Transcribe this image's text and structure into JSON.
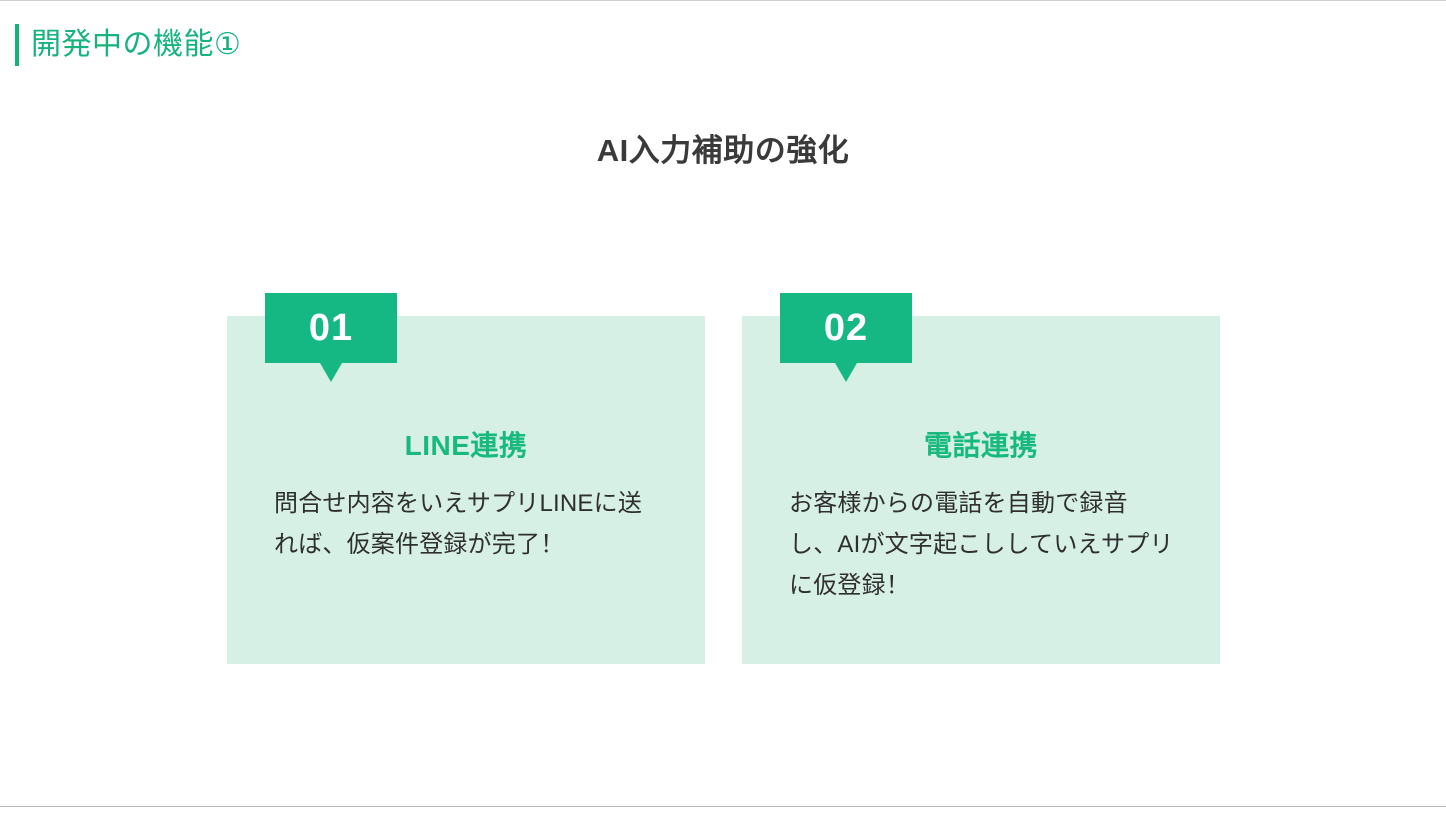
{
  "slide": {
    "header": {
      "title": "開発中の機能①",
      "accent_color": "#14b277"
    },
    "main_title": "AI入力補助の強化",
    "cards": [
      {
        "number": "01",
        "heading": "LINE連携",
        "body": "問合せ内容をいえサプリLINEに送れば、仮案件登録が完了！"
      },
      {
        "number": "02",
        "heading": "電話連携",
        "body": "お客様からの電話を自動で録音し、AIが文字起こししていえサプリに仮登録！"
      }
    ],
    "colors": {
      "brand_green": "#17b37c",
      "badge_green": "#15b882",
      "card_background": "#d7f0e6",
      "title_text": "#3a3a3a",
      "body_text": "#2f2f2f",
      "page_background": "#ffffff",
      "rule": "#cfcfcf"
    }
  }
}
